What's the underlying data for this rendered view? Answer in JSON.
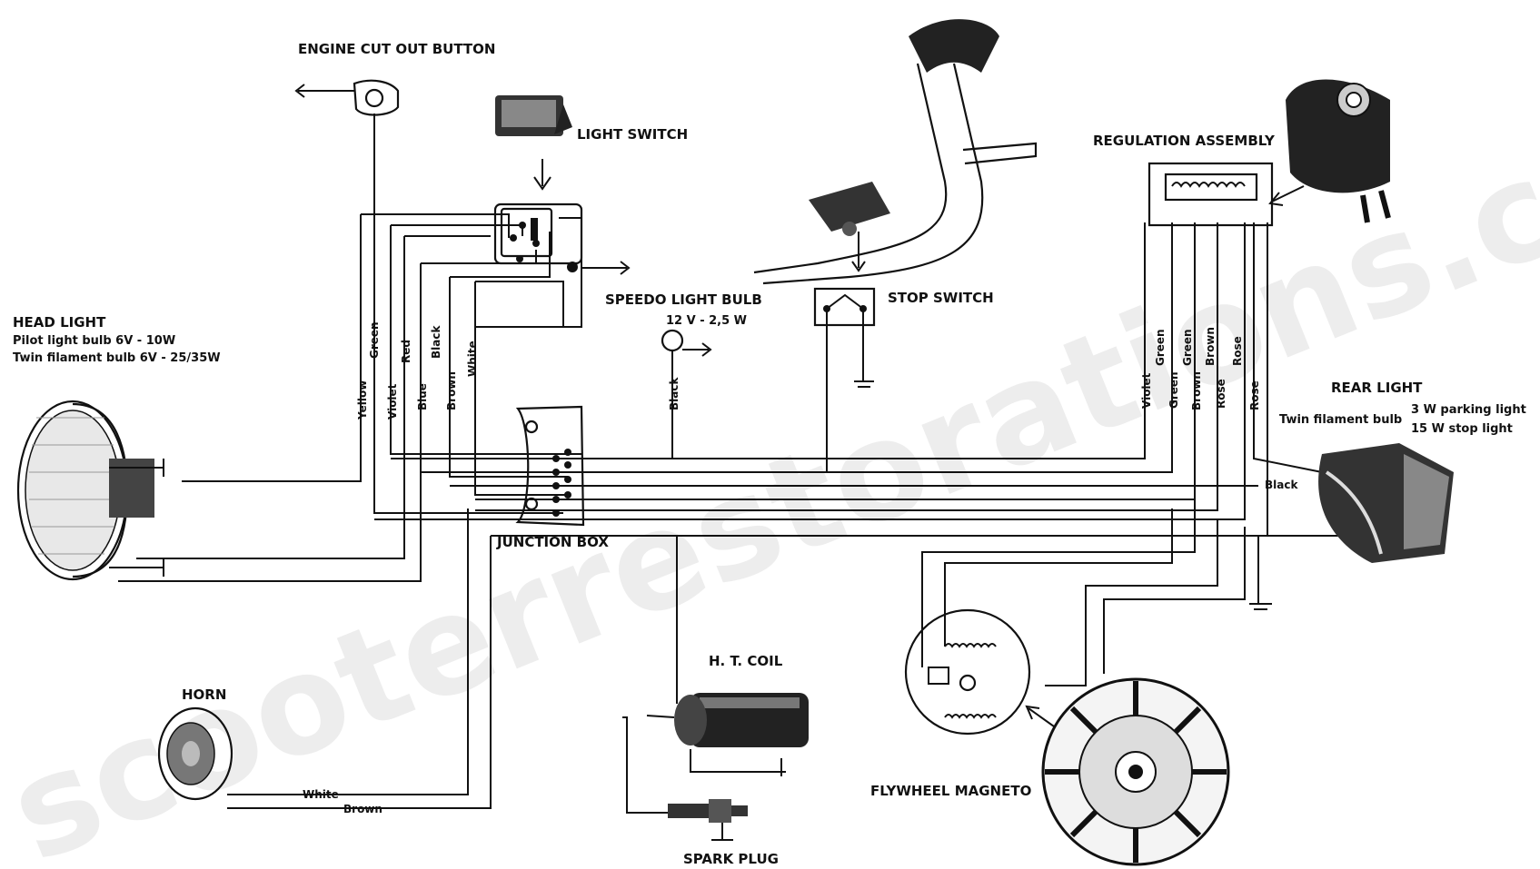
{
  "labels": {
    "engine_cut_out": "ENGINE CUT OUT BUTTON",
    "light_switch": "LIGHT SWITCH",
    "speedo_bulb": "SPEEDO LIGHT BULB",
    "speedo_rating": "12 V - 2,5 W",
    "stop_switch": "STOP SWITCH",
    "regulation": "REGULATION ASSEMBLY",
    "head_light": "HEAD LIGHT",
    "head_pilot": "Pilot light bulb 6V - 10W",
    "head_twin": "Twin filament bulb 6V - 25/35W",
    "rear_light": "REAR LIGHT",
    "rear_twin": "Twin filament bulb",
    "rear_parking": "3 W parking light",
    "rear_stop": "15 W stop light",
    "junction_box": "JUNCTION BOX",
    "horn": "HORN",
    "ht_coil": "H. T. COIL",
    "spark_plug": "SPARK PLUG",
    "flywheel": "FLYWHEEL MAGNETO"
  },
  "wires": {
    "yellow": "Yellow",
    "green": "Green",
    "violet": "Violet",
    "red": "Red",
    "blue": "Blue",
    "black": "Black",
    "brown": "Brown",
    "white": "White",
    "rose": "Rose"
  },
  "watermark": "scooterrestorations.com"
}
